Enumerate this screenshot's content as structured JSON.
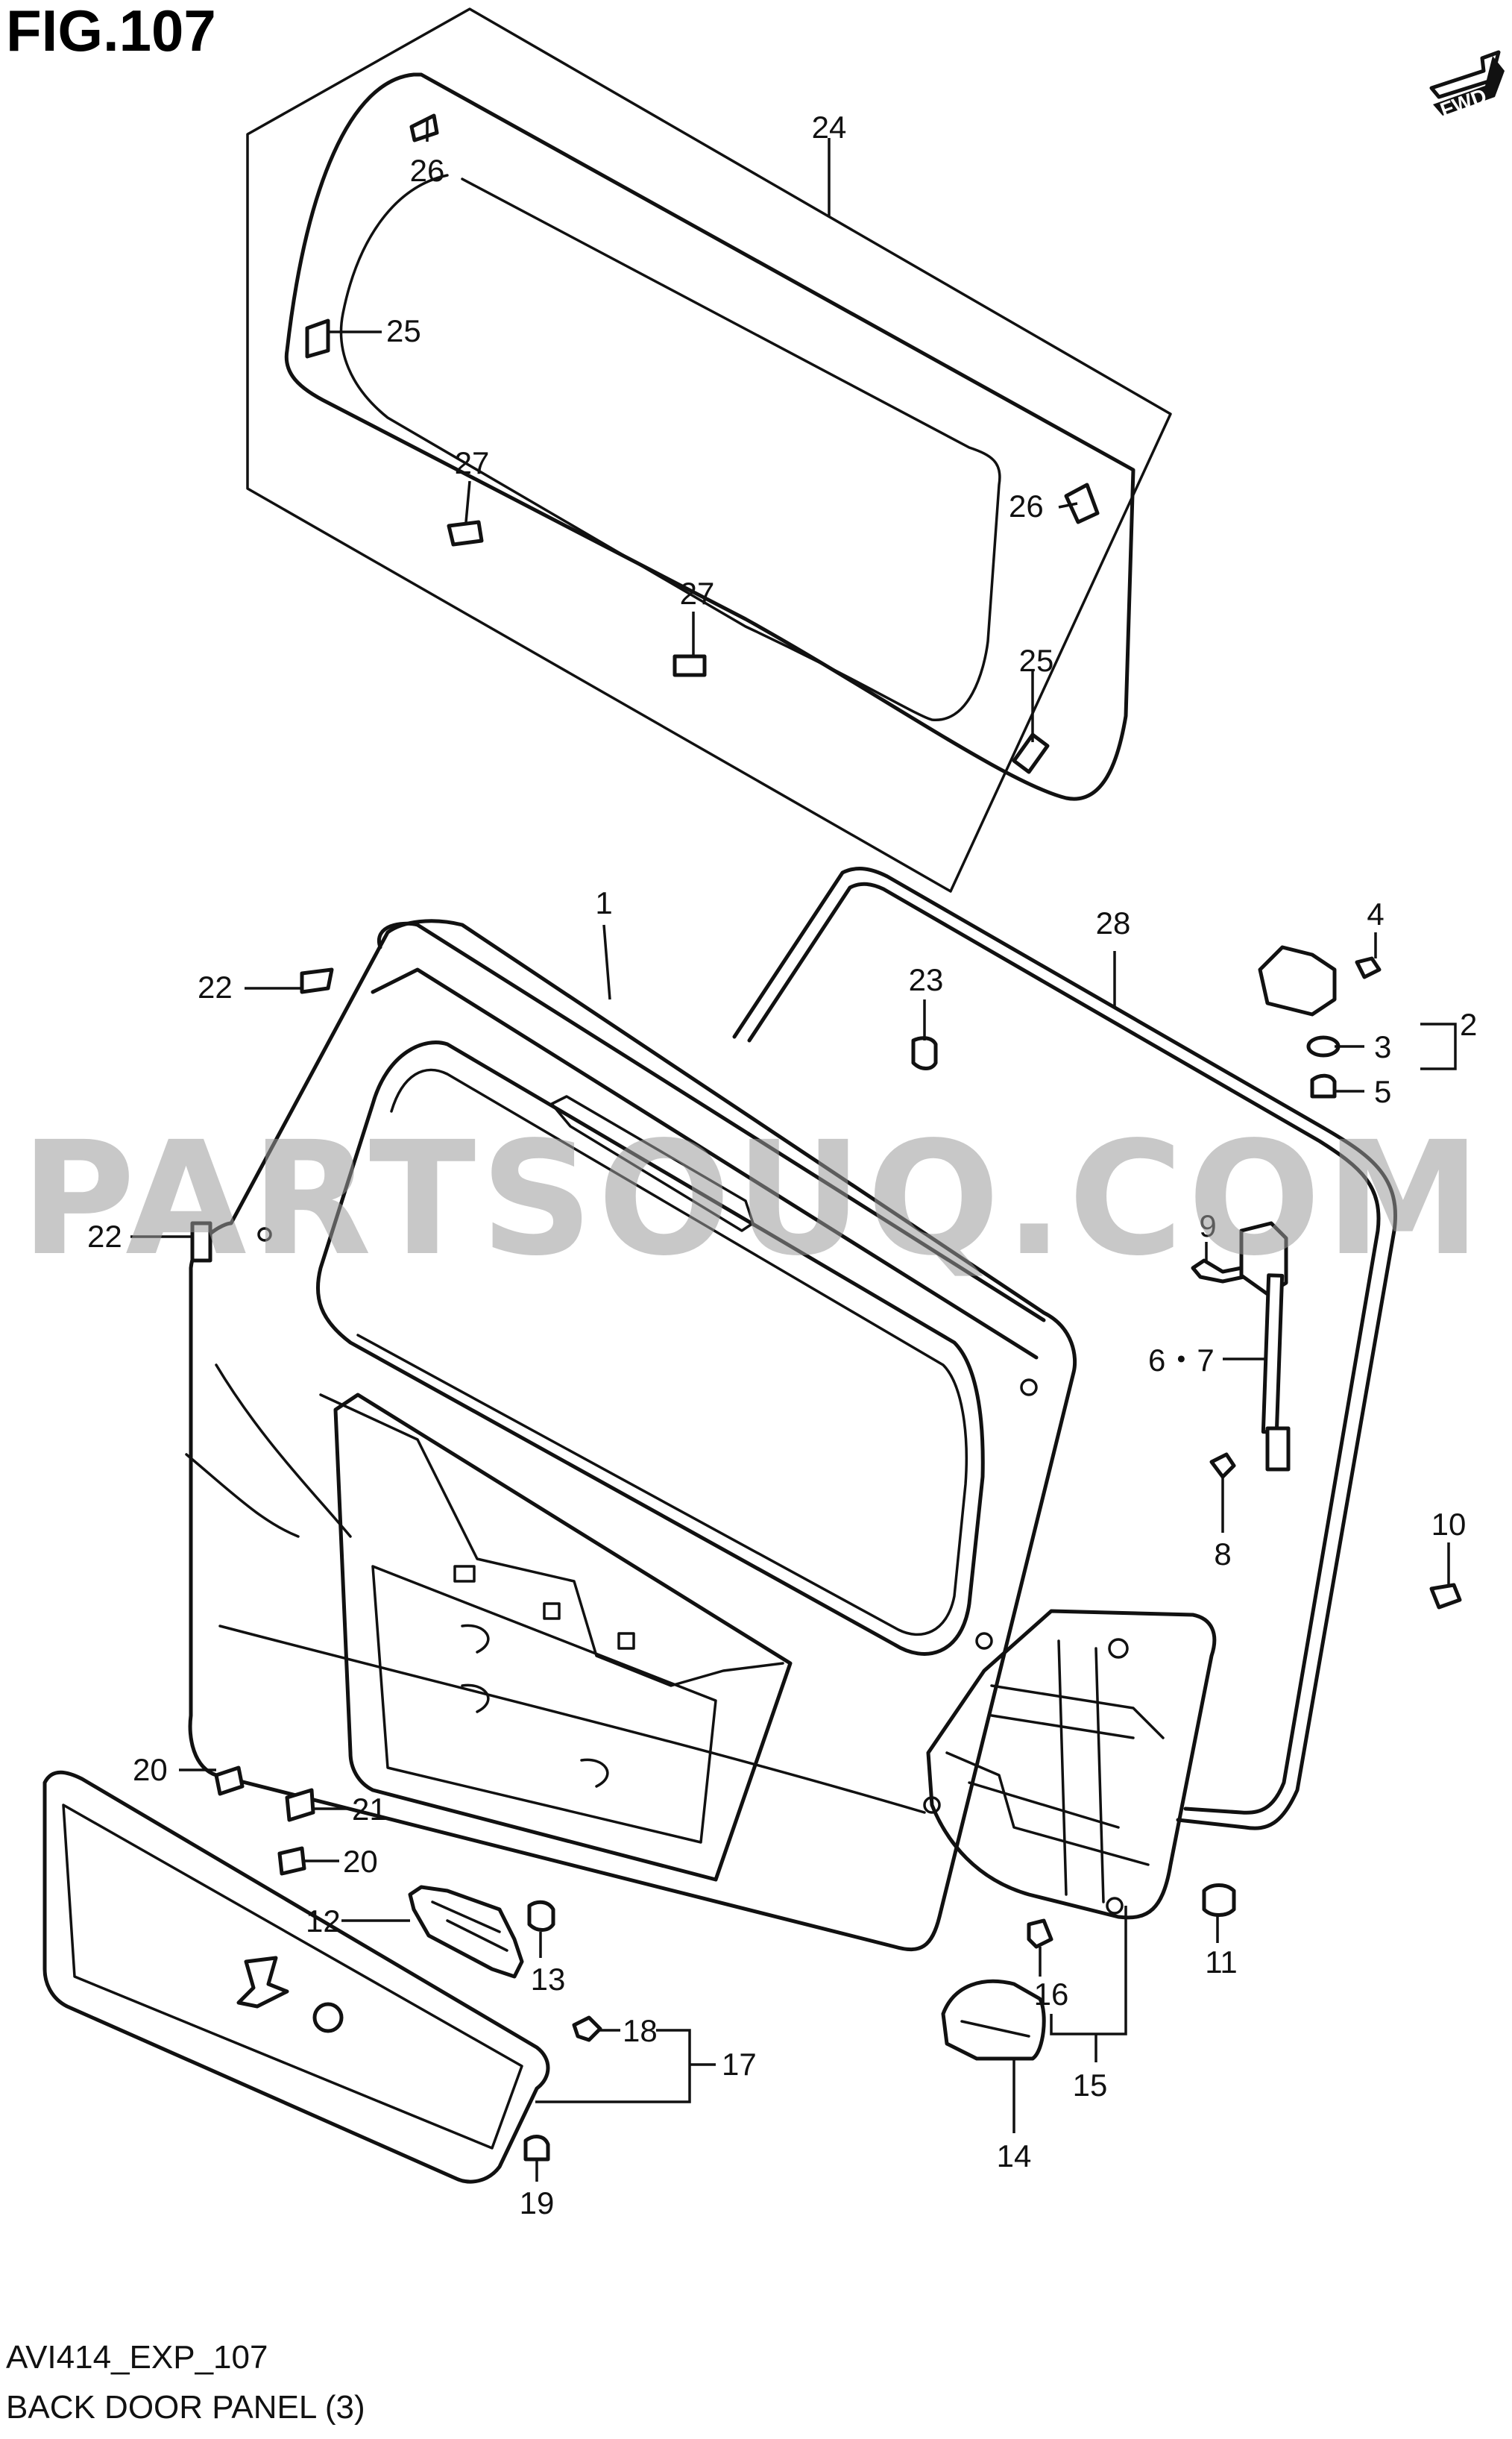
{
  "figure": {
    "title": "FIG.107",
    "fwd_label": "FWD",
    "code": "AVI414_EXP_107",
    "subtitle": "BACK DOOR PANEL (3)"
  },
  "watermark": "PARTSOUQ.COM",
  "colors": {
    "ink": "#111111",
    "watermark": "#9a9a9a",
    "background": "#ffffff"
  },
  "callouts": {
    "c1": "1",
    "c2": "2",
    "c3": "3",
    "c4": "4",
    "c5": "5",
    "c67": "6・7",
    "c8": "8",
    "c9": "9",
    "c10": "10",
    "c11": "11",
    "c12": "12",
    "c13": "13",
    "c14": "14",
    "c15": "15",
    "c16": "16",
    "c17": "17",
    "c18": "18",
    "c19": "19",
    "c20a": "20",
    "c20b": "20",
    "c21": "21",
    "c22a": "22",
    "c22b": "22",
    "c23": "23",
    "c24": "24",
    "c25a": "25",
    "c25b": "25",
    "c26a": "26",
    "c26b": "26",
    "c27a": "27",
    "c27b": "27",
    "c28": "28"
  }
}
